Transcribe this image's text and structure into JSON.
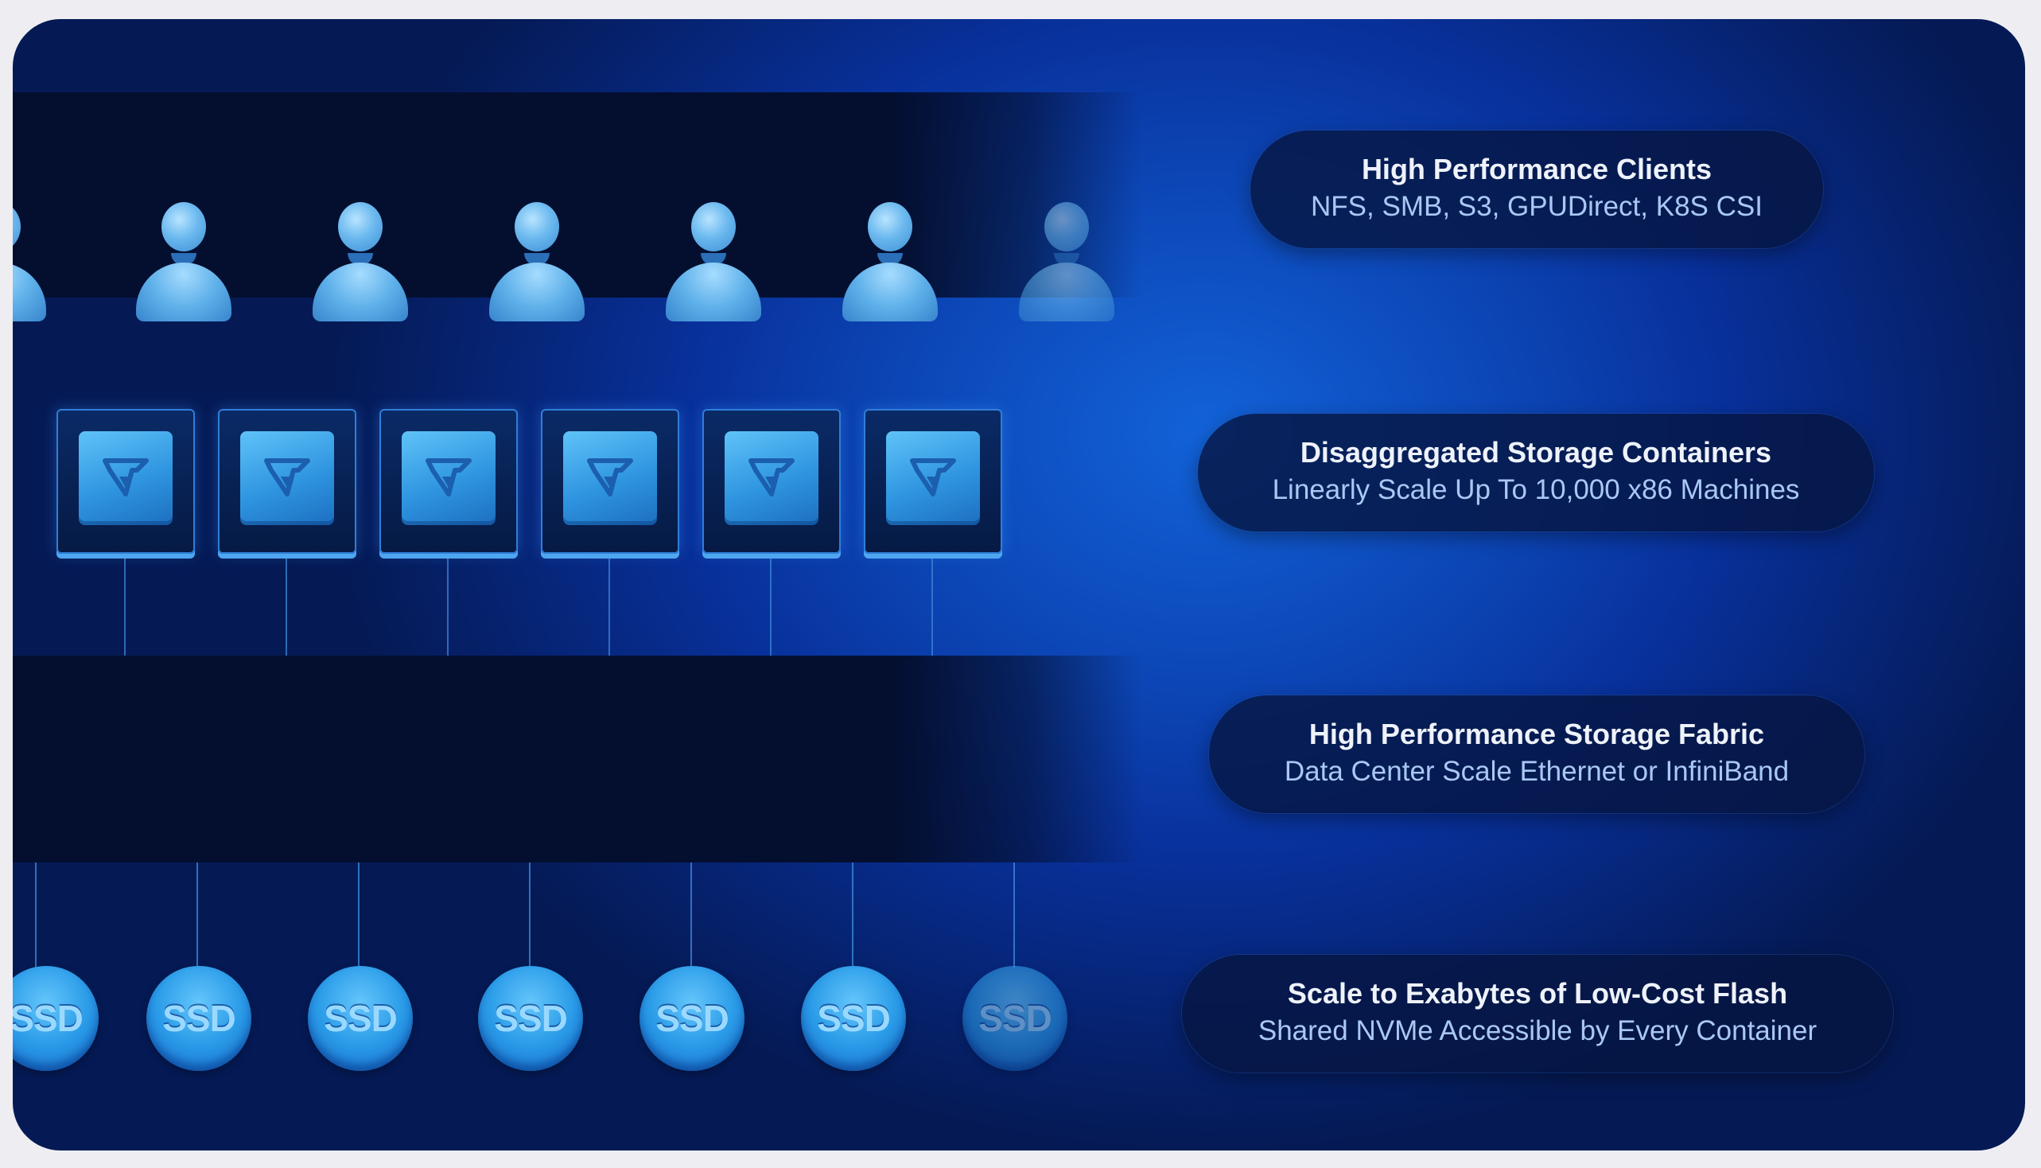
{
  "layers": [
    {
      "title": "High Performance Clients",
      "subtitle": "NFS, SMB, S3, GPUDirect, K8S CSI"
    },
    {
      "title": "Disaggregated Storage Containers",
      "subtitle": "Linearly Scale Up To 10,000 x86 Machines"
    },
    {
      "title": "High Performance Storage Fabric",
      "subtitle": "Data Center Scale Ethernet or InfiniBand"
    },
    {
      "title": "Scale to Exabytes of Low-Cost Flash",
      "subtitle": "Shared NVMe Accessible by Every Container"
    }
  ],
  "icons": {
    "client": "person-icon",
    "container": "vast-logo-icon",
    "flash": "ssd-disk-icon"
  },
  "ssd_label": "SSD",
  "colors": {
    "background_deep": "#051a55",
    "background_glow": "#1262d8",
    "band": "#040f30",
    "accent": "#4fb6f5",
    "pill_bg": "#061642",
    "subtitle_text": "#a9c8f4"
  }
}
